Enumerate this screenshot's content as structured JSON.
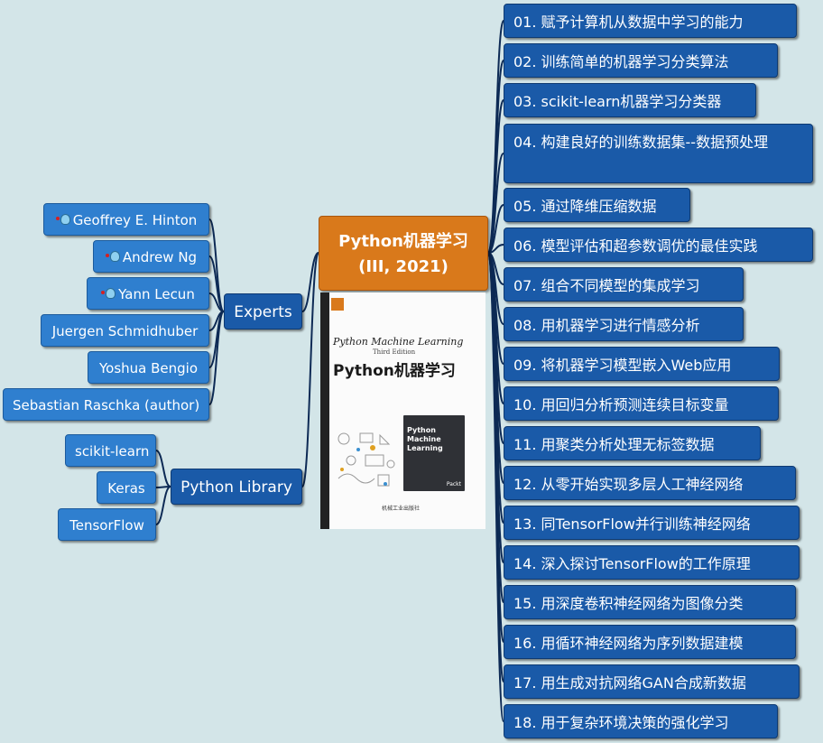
{
  "center": {
    "title": "Python机器学习",
    "subtitle": "(III, 2021)"
  },
  "cover": {
    "title_en": "Python Machine Learning",
    "edition": "Third Edition",
    "title_cn": "Python机器学习",
    "book_title": "Python Machine Learning",
    "book_badge": "Packt",
    "publisher": "机械工业出版社"
  },
  "experts": {
    "label": "Experts",
    "items": [
      {
        "label": "Geoffrey E. Hinton",
        "icon": "person-icon"
      },
      {
        "label": "Andrew Ng",
        "icon": "person-icon"
      },
      {
        "label": "Yann Lecun",
        "icon": "person-icon"
      },
      {
        "label": "Juergen Schmidhuber",
        "icon": ""
      },
      {
        "label": "Yoshua Bengio",
        "icon": ""
      },
      {
        "label": "Sebastian Raschka (author)",
        "icon": ""
      }
    ]
  },
  "library": {
    "label": "Python Library",
    "items": [
      "scikit-learn",
      "Keras",
      "TensorFlow"
    ]
  },
  "chapters": [
    "01. 赋予计算机从数据中学习的能力",
    "02. 训练简单的机器学习分类算法",
    "03. scikit-learn机器学习分类器",
    "04. 构建良好的训练数据集--数据预处理",
    "05. 通过降维压缩数据",
    "06. 模型评估和超参数调优的最佳实践",
    "07. 组合不同模型的集成学习",
    "08. 用机器学习进行情感分析",
    "09. 将机器学习模型嵌入Web应用",
    "10. 用回归分析预测连续目标变量",
    "11. 用聚类分析处理无标签数据",
    "12. 从零开始实现多层人工神经网络",
    "13. 同TensorFlow并行训练神经网络",
    "14. 深入探讨TensorFlow的工作原理",
    "15. 用深度卷积神经网络为图像分类",
    "16. 用循环神经网络为序列数据建模",
    "17. 用生成对抗网络GAN合成新数据",
    "18. 用于复杂环境决策的强化学习"
  ],
  "colors": {
    "background": "#d3e5e8",
    "node": "#1a5aa8",
    "leaf": "#2f7fcf",
    "center": "#d9791b",
    "connector": "#0d2a55"
  }
}
